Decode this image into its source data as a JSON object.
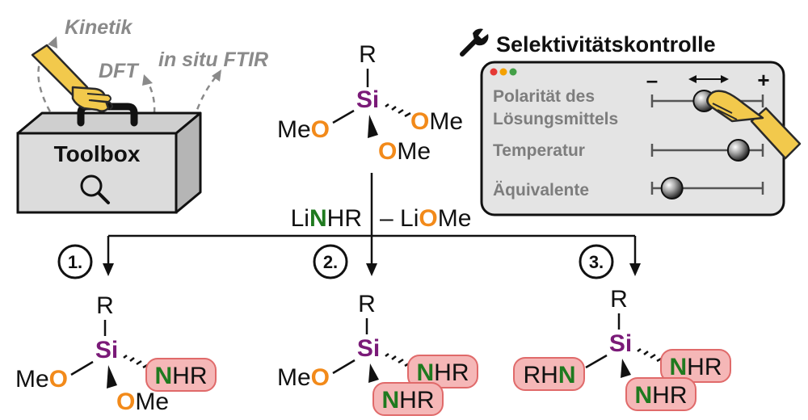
{
  "colors": {
    "silicon": "#7a1a78",
    "oxygen": "#f28a1a",
    "nitrogen": "#1f7a1f",
    "nhr_highlight": "#f5b7b7",
    "nhr_border": "#e06a6a",
    "hand": "#f2c94c",
    "hand_border": "#2a2a2a",
    "toolbox_body": "#dcdcdc",
    "panel_bg": "#e4e4e4",
    "dot_red": "#e53935",
    "dot_orange": "#f4a100",
    "dot_green": "#43a047"
  },
  "toolbox": {
    "title": "Toolbox",
    "methods": [
      "Kinetik",
      "DFT",
      "in situ FTIR"
    ]
  },
  "panel": {
    "title": "Selektivitätskontrolle",
    "minus": "–",
    "plus": "+",
    "sliders": [
      {
        "label_lines": [
          "Polarität des",
          "Lösungsmittels"
        ],
        "value": 0.47
      },
      {
        "label_lines": [
          "Temperatur"
        ],
        "value": 0.78
      },
      {
        "label_lines": [
          "Äquivalente"
        ],
        "value": 0.18
      }
    ]
  },
  "reaction": {
    "reagent": {
      "prefix": "Li",
      "atom": "N",
      "suffix": "HR"
    },
    "byproduct": {
      "prefix": "– Li",
      "atom": "O",
      "suffix": "Me"
    }
  },
  "atoms": {
    "si": "Si",
    "o": "O",
    "n": "N",
    "r": "R",
    "me": "Me",
    "hr": "HR",
    "rh": "RH"
  },
  "steps": [
    "1.",
    "2.",
    "3."
  ]
}
